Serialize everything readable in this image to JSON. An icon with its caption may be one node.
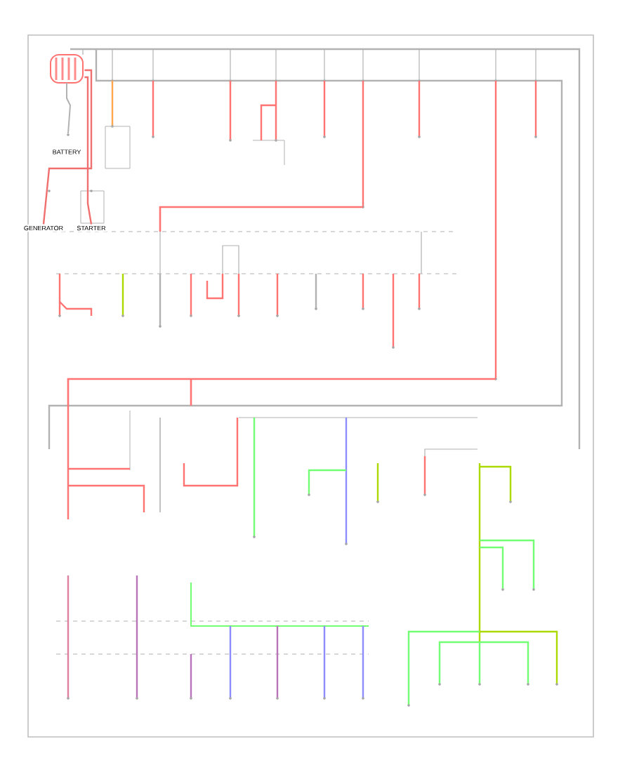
{
  "diagram": {
    "nodes": [
      {
        "text": [
          "BATTERY"
        ]
      },
      {
        "text": [
          "GENERATOR"
        ]
      },
      {
        "text": [
          "STARTER"
        ]
      }
    ],
    "edges": [
      {
        "from": 0,
        "to": 1,
        "arrow": "none",
        "color": "#f07070"
      },
      {
        "from": 0,
        "to": 2,
        "arrow": "none",
        "color": "#f07070"
      }
    ]
  }
}
